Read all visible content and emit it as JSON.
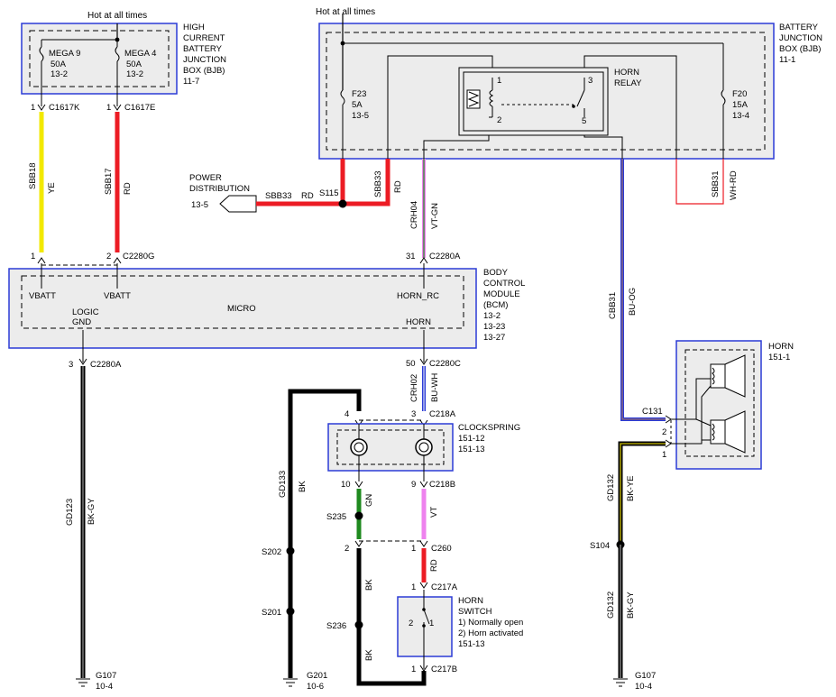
{
  "labels": {
    "hot_left": "Hot at all times",
    "hot_right": "Hot at all times",
    "hcbjb_name_1": "HIGH",
    "hcbjb_name_2": "CURRENT",
    "hcbjb_name_3": "BATTERY",
    "hcbjb_name_4": "JUNCTION",
    "hcbjb_name_5": "BOX (BJB)",
    "hcbjb_ref": "11-7",
    "mega9": "MEGA 9",
    "mega9_amp": "50A",
    "mega9_ref": "13-2",
    "mega4": "MEGA 4",
    "mega4_amp": "50A",
    "mega4_ref": "13-2",
    "bjb_name_1": "BATTERY",
    "bjb_name_2": "JUNCTION",
    "bjb_name_3": "BOX (BJB)",
    "bjb_ref": "11-1",
    "f23": "F23",
    "f23_amp": "5A",
    "f23_ref": "13-5",
    "f20": "F20",
    "f20_amp": "15A",
    "f20_ref": "13-4",
    "relay_name_1": "HORN",
    "relay_name_2": "RELAY",
    "relay_p1": "1",
    "relay_p2": "2",
    "relay_p3": "3",
    "relay_p5": "5",
    "pd_1": "POWER",
    "pd_2": "DISTRIBUTION",
    "pd_ref": "13-5",
    "sbb33_h": "SBB33",
    "rd_h": "RD",
    "s115": "S115",
    "sbb33_v": "SBB33",
    "rd_sbb33": "RD",
    "crh04": "CRH04",
    "vtgn": "VT-GN",
    "sbb31": "SBB31",
    "whrd": "WH-RD",
    "sbb18": "SBB18",
    "ye": "YE",
    "sbb17": "SBB17",
    "rd_sbb17": "RD",
    "pin1_c1617k": "1",
    "c1617k": "C1617K",
    "pin1_c1617e": "1",
    "c1617e": "C1617E",
    "pin1_c2280g": "1",
    "pin2_c2280g": "2",
    "c2280g": "C2280G",
    "pin31": "31",
    "c2280a_top": "C2280A",
    "bcm_1": "BODY",
    "bcm_2": "CONTROL",
    "bcm_3": "MODULE",
    "bcm_4": "(BCM)",
    "bcm_ref1": "13-2",
    "bcm_ref2": "13-23",
    "bcm_ref3": "13-27",
    "vbatt1": "VBATT",
    "vbatt2": "VBATT",
    "micro": "MICRO",
    "horn_rc": "HORN_RC",
    "logic": "LOGIC",
    "gnd": "GND",
    "horn_pin": "HORN",
    "pin3_c2280a": "3",
    "c2280a_bot": "C2280A",
    "pin50": "50",
    "c2280c": "C2280C",
    "crh02": "CRH02",
    "buwh": "BU-WH",
    "gd123": "GD123",
    "bkgy_left": "BK-GY",
    "g107_left": "G107",
    "g107_left_ref": "10-4",
    "pin4_c218a": "4",
    "pin3_c218a": "3",
    "c218a": "C218A",
    "cs_1": "CLOCKSPRING",
    "cs_ref1": "151-12",
    "cs_ref2": "151-13",
    "pin10": "10",
    "pin9": "9",
    "c218b": "C218B",
    "gn": "GN",
    "vt": "VT",
    "s235": "S235",
    "gd133": "GD133",
    "bk_gd133": "BK",
    "s202": "S202",
    "s201": "S201",
    "g201": "G201",
    "g201_ref": "10-6",
    "pin2_c260": "2",
    "pin1_c260": "1",
    "c260": "C260",
    "rd_c260": "RD",
    "bk_mid1": "BK",
    "bk_mid2": "BK",
    "s236": "S236",
    "pin1_c217a": "1",
    "c217a": "C217A",
    "hs_1": "HORN",
    "hs_2": "SWITCH",
    "hs_3": "1) Normally open",
    "hs_4": "2) Horn activated",
    "hs_ref": "151-13",
    "hs_p2": "2",
    "hs_p1": "1",
    "pin1_c217b": "1",
    "c217b": "C217B",
    "cbb31": "CBB31",
    "buog": "BU-OG",
    "horn_1": "HORN",
    "horn_ref": "151-1",
    "c131": "C131",
    "c131_p2": "2",
    "c131_p1": "1",
    "gd132_a": "GD132",
    "bkye": "BK-YE",
    "s104": "S104",
    "gd132_b": "GD132",
    "bkgy_right": "BK-GY",
    "g107_right": "G107",
    "g107_right_ref": "10-4"
  },
  "wire_colors": {
    "yellow": "#f2e900",
    "red": "#ec1c24",
    "black": "#000000",
    "blue": "#2b3bd6",
    "green": "#1f8a1f",
    "violet": "#ee82ee",
    "grey": "#8e8e8e",
    "olive": "#c9bd00",
    "box_border": "#2b3bd6",
    "box_fill": "#ececec"
  }
}
